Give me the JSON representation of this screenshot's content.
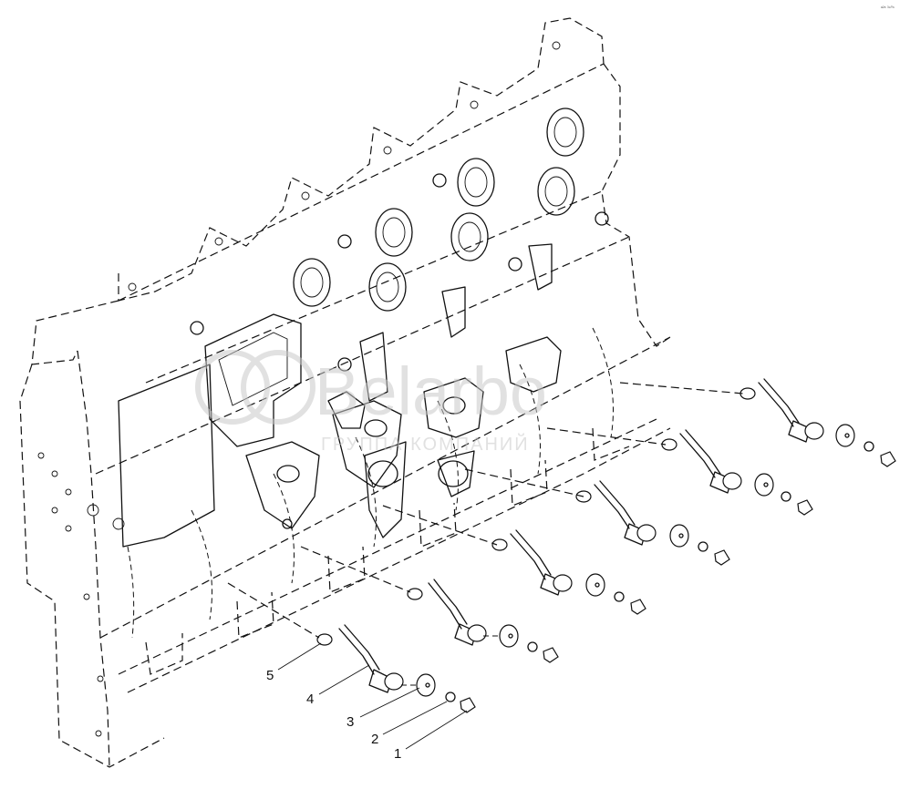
{
  "watermark": {
    "logo_text": "Belarbo",
    "subtitle": "ГРУППА КОМПАНИЙ"
  },
  "corner_code": "ᵃ²⁸ ³⁹⁰⁶",
  "callouts": [
    {
      "label": "5"
    },
    {
      "label": "4"
    },
    {
      "label": "3"
    },
    {
      "label": "2"
    },
    {
      "label": "1"
    }
  ]
}
